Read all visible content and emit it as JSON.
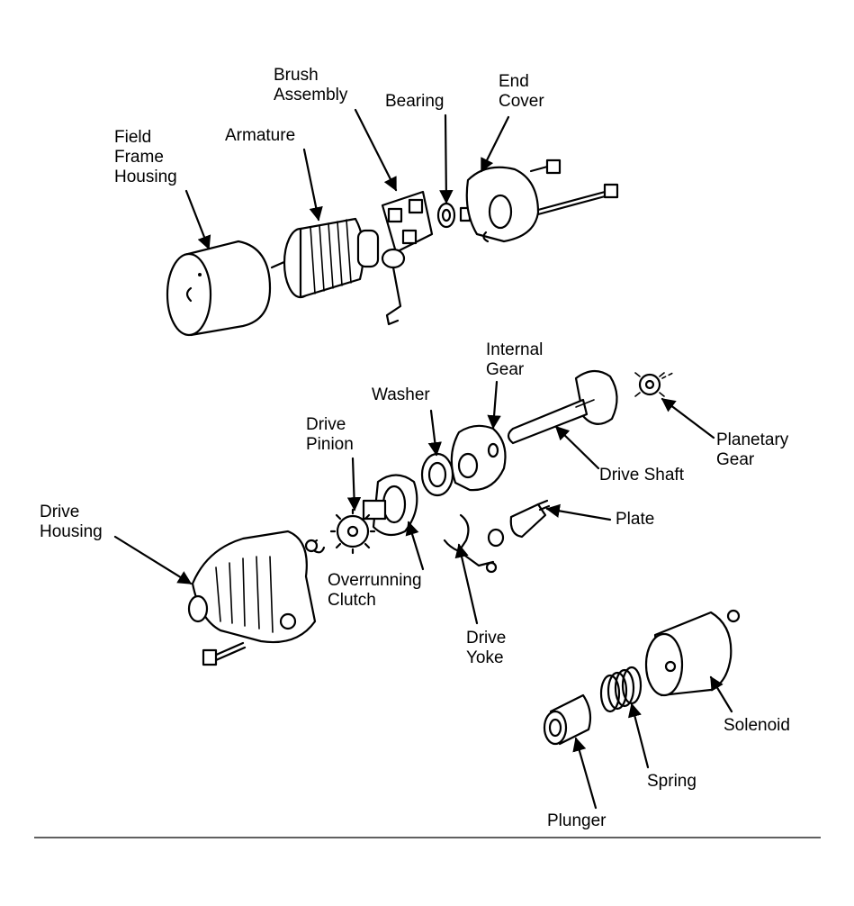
{
  "diagram": {
    "labels": {
      "field_frame_housing": [
        "Field",
        "Frame",
        "Housing"
      ],
      "armature": [
        "Armature"
      ],
      "brush_assembly": [
        "Brush",
        "Assembly"
      ],
      "bearing": [
        "Bearing"
      ],
      "end_cover": [
        "End",
        "Cover"
      ],
      "internal_gear": [
        "Internal",
        "Gear"
      ],
      "washer": [
        "Washer"
      ],
      "drive_pinion": [
        "Drive",
        "Pinion"
      ],
      "planetary_gear": [
        "Planetary",
        "Gear"
      ],
      "drive_shaft": [
        "Drive Shaft"
      ],
      "drive_housing": [
        "Drive",
        "Housing"
      ],
      "plate": [
        "Plate"
      ],
      "overrunning_clutch": [
        "Overrunning",
        "Clutch"
      ],
      "drive_yoke": [
        "Drive",
        "Yoke"
      ],
      "solenoid": [
        "Solenoid"
      ],
      "spring": [
        "Spring"
      ],
      "plunger": [
        "Plunger"
      ]
    },
    "line_color": "#000000",
    "background_color": "#ffffff"
  }
}
